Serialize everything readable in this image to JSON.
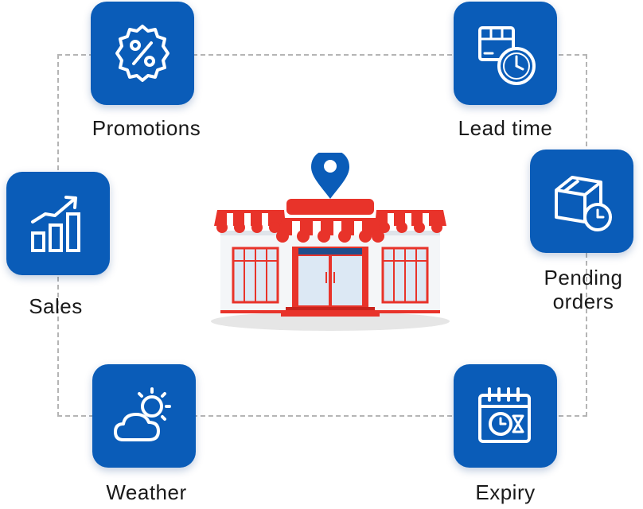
{
  "factors": {
    "promotions": {
      "label": "Promotions",
      "icon": "percent-badge-icon"
    },
    "lead_time": {
      "label": "Lead time",
      "icon": "box-clock-icon"
    },
    "sales": {
      "label": "Sales",
      "icon": "bar-chart-growth-icon"
    },
    "pending_orders": {
      "label_line1": "Pending",
      "label_line2": "orders",
      "icon": "box-clock-icon"
    },
    "weather": {
      "label": "Weather",
      "icon": "sun-cloud-icon"
    },
    "expiry": {
      "label": "Expiry",
      "icon": "calendar-hourglass-icon"
    }
  },
  "center": {
    "icon": "store-with-location-pin-icon"
  },
  "colors": {
    "tile": "#0a5cb8",
    "store_red": "#e8332a",
    "dashed_frame": "#b5b5b5"
  }
}
